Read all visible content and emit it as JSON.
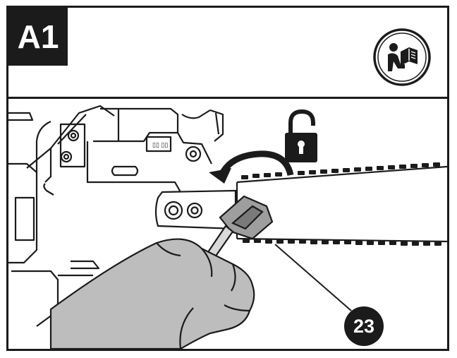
{
  "step": {
    "label": "A1"
  },
  "header": {
    "icon": "read-manual-icon"
  },
  "illustration": {
    "subject": "chainsaw-bar-nut-loosening",
    "icons": [
      "unlock-padlock-icon",
      "counterclockwise-arrow-icon",
      "combination-wrench-icon"
    ],
    "callouts": [
      {
        "number": "23",
        "part": "saw-chain"
      }
    ]
  },
  "colors": {
    "ink": "#1b1b1b",
    "paper": "#ffffff",
    "glove": "#bdbdbd"
  }
}
